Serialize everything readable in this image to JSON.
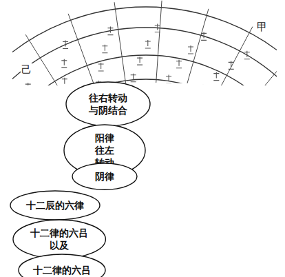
{
  "diagram": {
    "nodes": [
      {
        "text": [
          "往右转动 与阴结合"
        ]
      },
      {
        "text": [
          "阳律 往左转动"
        ]
      },
      {
        "text": [
          "阴律"
        ]
      },
      {
        "text": [
          "十二辰的六律"
        ]
      },
      {
        "text": [
          "十二律的六吕 以及"
        ]
      },
      {
        "text": [
          "十二律的六吕"
        ]
      }
    ],
    "labels": [
      "甲",
      "己"
    ]
  }
}
